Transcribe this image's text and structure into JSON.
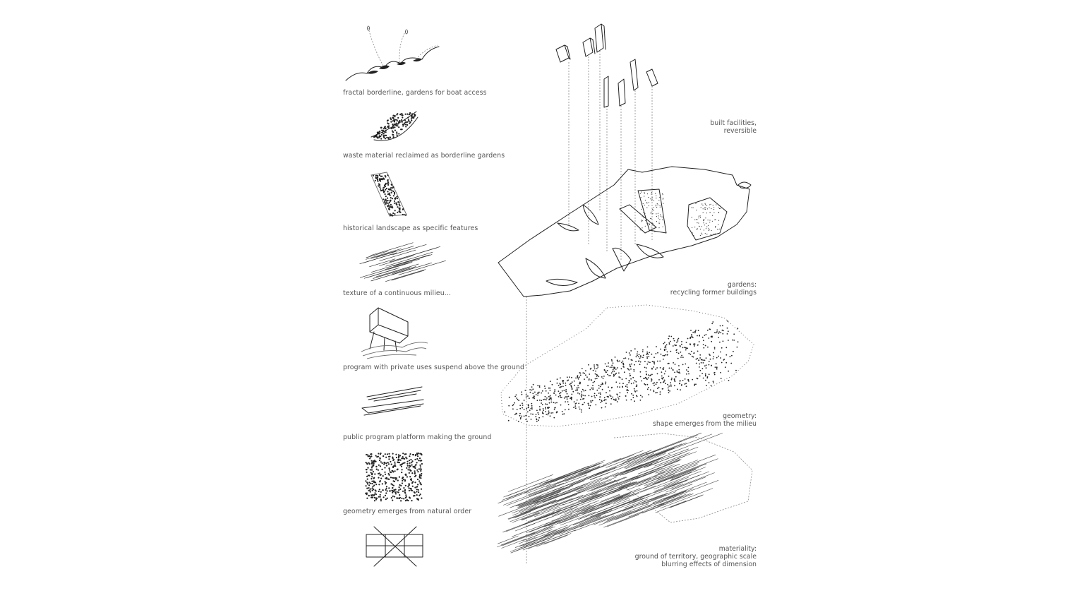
{
  "legend": {
    "items": [
      {
        "caption": "fractal borderline, gardens for boat access",
        "icon": "boat-access-gardens-icon"
      },
      {
        "caption": "waste material reclaimed as borderline gardens",
        "icon": "waste-material-garden-icon"
      },
      {
        "caption": "historical landscape as specific features",
        "icon": "historical-landscape-icon"
      },
      {
        "caption": "texture of a continuous milieu...",
        "icon": "milieu-texture-icon"
      },
      {
        "caption": "program with private uses suspend above the ground",
        "icon": "suspended-program-icon"
      },
      {
        "caption": "public program platform making the ground",
        "icon": "public-platform-icon"
      },
      {
        "caption": "geometry emerges from natural order",
        "icon": "natural-order-geometry-icon"
      },
      {
        "caption": "",
        "icon": "crossed-grid-icon"
      }
    ]
  },
  "layers": {
    "built": {
      "lines": [
        "built facilities,",
        "reversible"
      ]
    },
    "gardens": {
      "lines": [
        "gardens:",
        "recycling former buildings"
      ]
    },
    "geometry": {
      "lines": [
        "geometry:",
        "shape emerges from the milieu"
      ]
    },
    "materiality": {
      "lines": [
        "materiality:",
        "ground of territory, geographic scale",
        "blurring effects of dimension"
      ]
    }
  }
}
